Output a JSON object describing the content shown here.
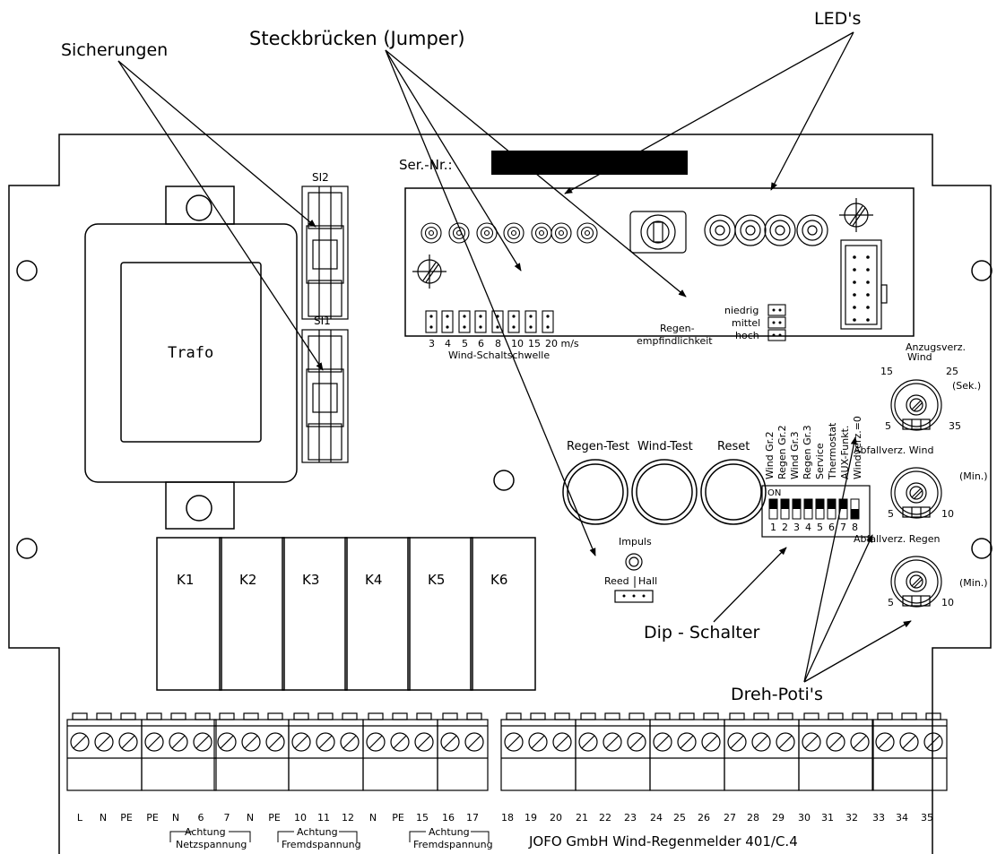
{
  "annotations": {
    "fuses": "Sicherungen",
    "jumpers": "Steckbrücken (Jumper)",
    "leds": "LED's",
    "dip_switch": "Dip - Schalter",
    "potis": "Dreh-Poti's"
  },
  "board": {
    "serial_label": "Ser.-Nr.:",
    "transformer": "Trafo",
    "fuse_top": "SI2",
    "fuse_bottom": "SI1",
    "relays": [
      "K1",
      "K2",
      "K3",
      "K4",
      "K5",
      "K6"
    ],
    "buttons": [
      "Regen-Test",
      "Wind-Test",
      "Reset"
    ],
    "wind_thresholds": [
      "3",
      "4",
      "5",
      "6",
      "8",
      "10",
      "15",
      "20 m/s"
    ],
    "wind_threshold_title": "Wind-Schaltschwelle",
    "rain_sensitivity_title_1": "Regen-",
    "rain_sensitivity_title_2": "empfindlichkeit",
    "rain_levels": [
      "niedrig",
      "mittel",
      "hoch"
    ],
    "impulse_label": "Impuls",
    "reed_label": "Reed",
    "hall_label": "Hall",
    "dip_on": "ON",
    "dip_numbers": [
      "1",
      "2",
      "3",
      "4",
      "5",
      "6",
      "7",
      "8"
    ],
    "dip_labels": [
      "Wind Gr.2",
      "Regen Gr.2",
      "Wind Gr.3",
      "Regen Gr.3",
      "Service",
      "Thermostat",
      "AUX-Funkt.",
      "Windverz.=0"
    ],
    "pot1_title_1": "Anzugsverz.",
    "pot1_title_2": "Wind",
    "pot1_unit": "(Sek.)",
    "pot1_scale": [
      "15",
      "25",
      "5",
      "35"
    ],
    "pot2_title": "Abfallverz. Wind",
    "pot2_unit": "(Min.)",
    "pot2_scale": [
      "5",
      "10"
    ],
    "pot3_title": "Abfallverz. Regen",
    "pot3_unit": "(Min.)",
    "pot3_scale": [
      "5",
      "10"
    ],
    "terminals": [
      "L",
      "N",
      "PE",
      "PE",
      "N",
      "6",
      "7",
      "N",
      "PE",
      "10",
      "11",
      "12",
      "N",
      "PE",
      "15",
      "16",
      "17",
      "18",
      "19",
      "20",
      "21",
      "22",
      "23",
      "24",
      "25",
      "26",
      "27",
      "28",
      "29",
      "30",
      "31",
      "32",
      "33",
      "34",
      "35"
    ],
    "group_achtung": "Achtung",
    "group_netz": "Netzspannung",
    "group_fremd": "Fremdspannung",
    "footer": "JOFO GmbH Wind-Regenmelder 401/C.4"
  }
}
